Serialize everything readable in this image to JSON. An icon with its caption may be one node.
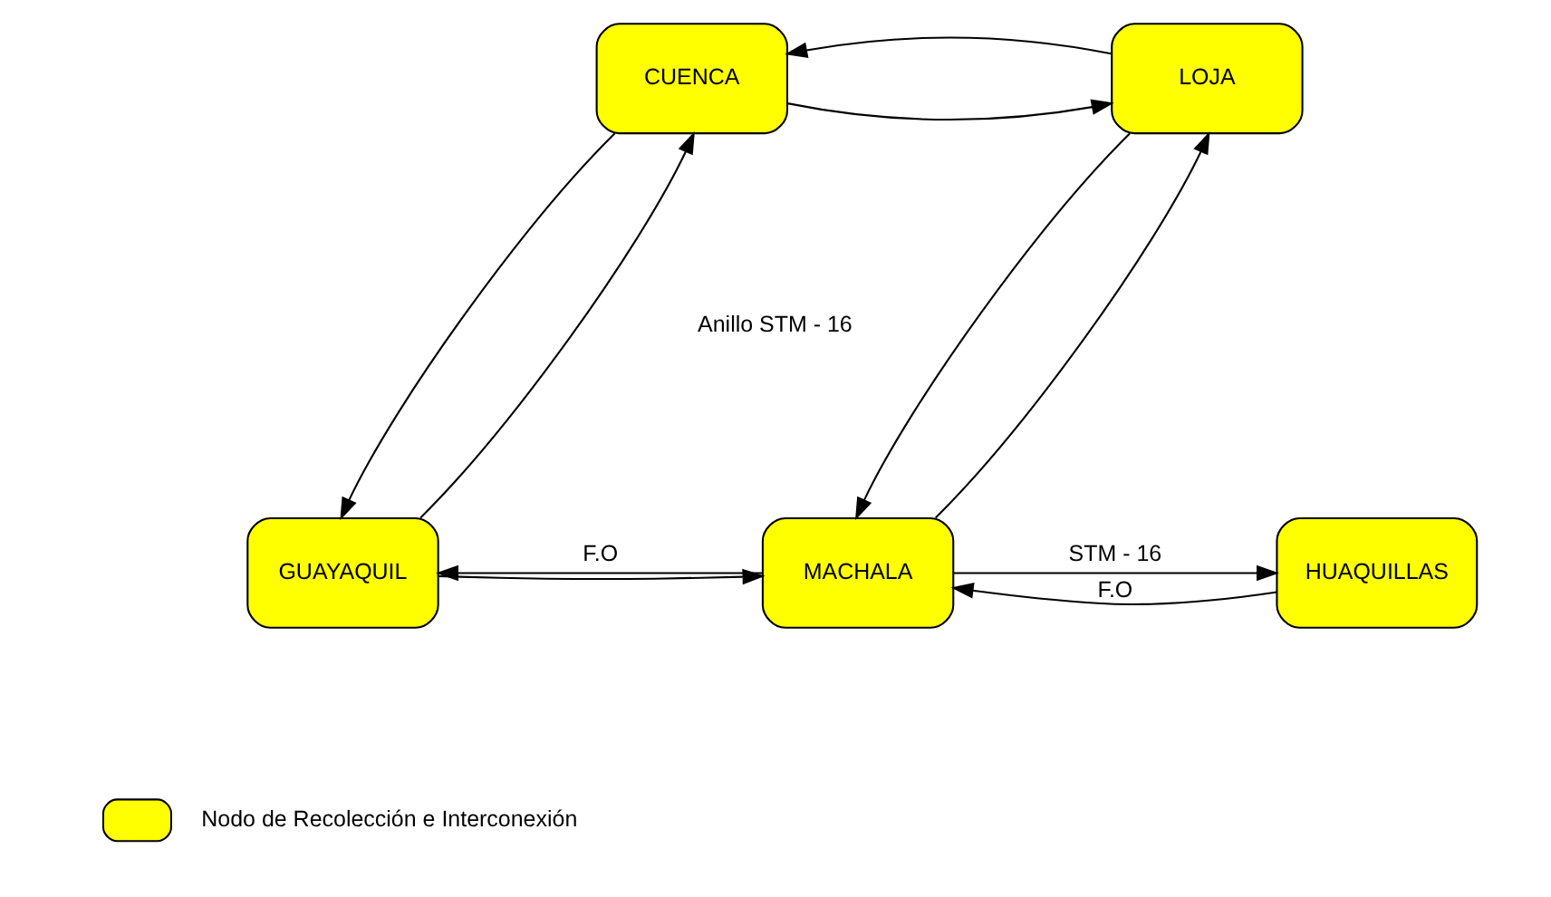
{
  "diagram": {
    "nodes": [
      {
        "text": [
          "CUENCA"
        ]
      },
      {
        "text": [
          "LOJA"
        ]
      },
      {
        "text": [
          "GUAYAQUIL"
        ]
      },
      {
        "text": [
          "MACHALA"
        ]
      },
      {
        "text": [
          "HUAQUILLAS"
        ]
      }
    ],
    "edges": [
      {
        "from": 0,
        "to": 1,
        "arrow": "to"
      },
      {
        "from": 1,
        "to": 0,
        "arrow": "to"
      },
      {
        "from": 2,
        "to": 0,
        "arrow": "to"
      },
      {
        "from": 0,
        "to": 2,
        "arrow": "to"
      },
      {
        "from": 3,
        "to": 1,
        "arrow": "to"
      },
      {
        "from": 1,
        "to": 3,
        "arrow": "to"
      },
      {
        "from": 2,
        "to": 3,
        "arrow": "to"
      },
      {
        "from": 3,
        "to": 2,
        "arrow": "to",
        "label": "F.O"
      },
      {
        "from": 3,
        "to": 4,
        "arrow": "to",
        "label": "STM - 16"
      },
      {
        "from": 4,
        "to": 3,
        "arrow": "to",
        "label": "F.O"
      }
    ],
    "labels": [
      "Anillo STM - 16"
    ],
    "legend": [
      {
        "text": "Nodo de Recolección e Interconexión",
        "color": "#ffff00"
      }
    ]
  }
}
